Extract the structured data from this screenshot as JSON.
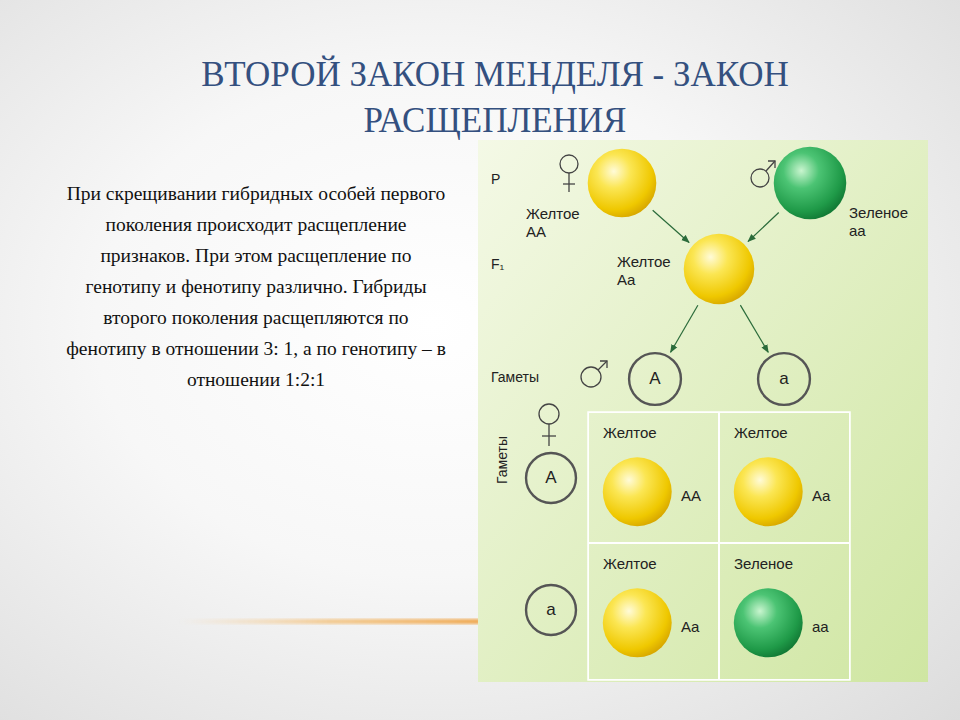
{
  "diagram": {
    "title": "ВТОРОЙ ЗАКОН МЕНДЕЛЯ - ЗАКОН РАСЩЕПЛЕНИЯ",
    "nodes": [
      {
        "text": [
          "Желтое AA"
        ]
      },
      {
        "text": [
          "Зеленое aa"
        ]
      },
      {
        "text": [
          "Желтое Aa"
        ]
      },
      {
        "text": [
          "A"
        ]
      },
      {
        "text": [
          "a"
        ]
      },
      {
        "text": [
          "A"
        ]
      },
      {
        "text": [
          "a"
        ]
      },
      {
        "text": [
          "Желтое",
          "AA"
        ]
      },
      {
        "text": [
          "Желтое",
          "Aa"
        ]
      },
      {
        "text": [
          "Желтое",
          "Aa"
        ]
      },
      {
        "text": [
          "Зеленое",
          "aa"
        ]
      }
    ],
    "edges": [
      {
        "from": 0,
        "to": 2,
        "arrow": "to"
      },
      {
        "from": 1,
        "to": 2,
        "arrow": "to"
      },
      {
        "from": 2,
        "to": 3,
        "arrow": "to"
      },
      {
        "from": 2,
        "to": 4,
        "arrow": "to"
      }
    ],
    "labels": [
      "При скрещивании гибридных особей первого поколения происходит расщепление признаков. При этом расщепление по генотипу и фенотипу различно. Гибриды второго поколения расщепляются по фенотипу в отношении 3: 1, а по генотипу – в отношении 1:2:1",
      "P",
      "F₁",
      "Гаметы",
      "Гаметы"
    ]
  }
}
